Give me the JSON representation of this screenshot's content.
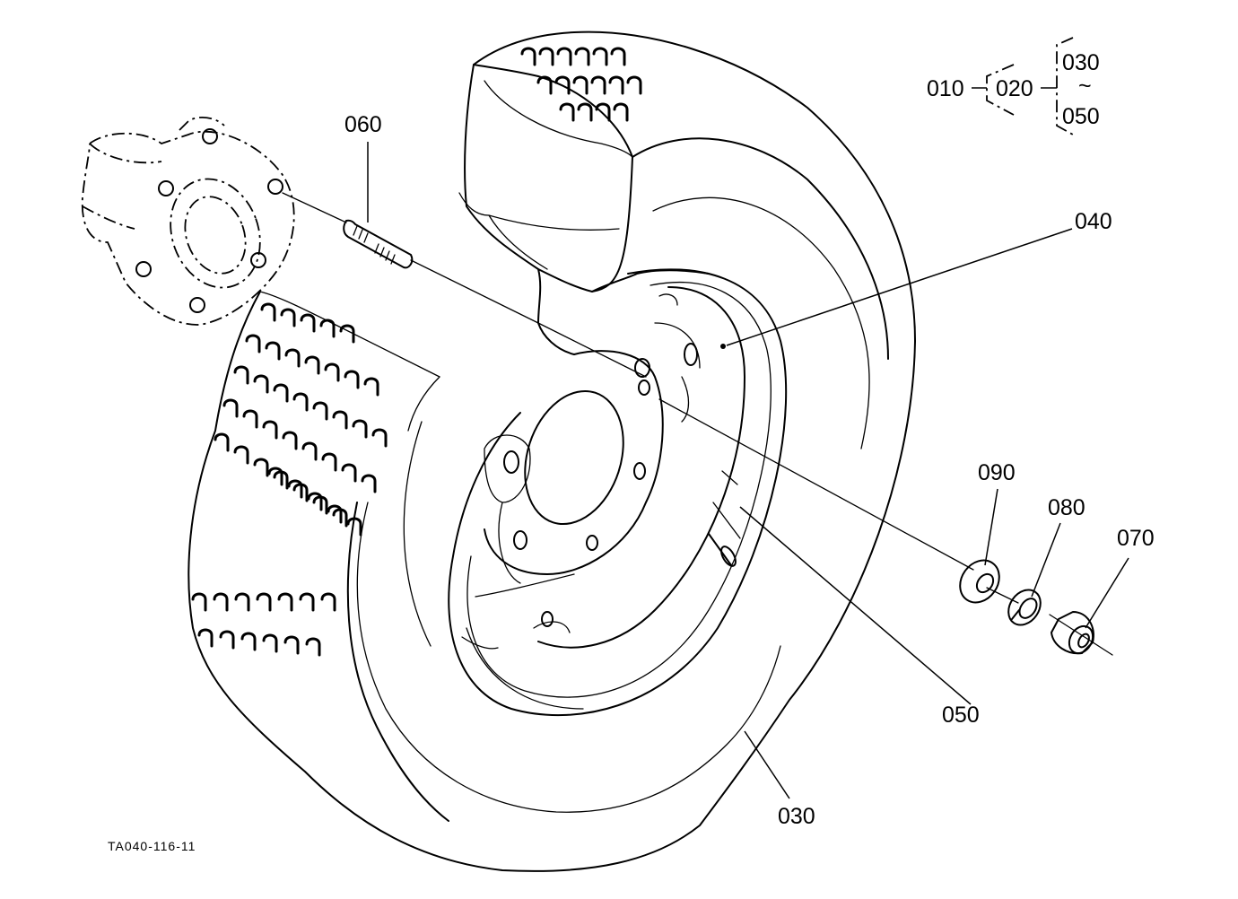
{
  "diagram": {
    "drawing_code": "TA040-116-11",
    "hierarchy": {
      "assembly": "010",
      "subassembly": "020",
      "range_from": "030",
      "range_symbol": "~",
      "range_to": "050"
    },
    "callouts": {
      "hub": "060",
      "rim": "040",
      "valve": "050",
      "tire": "030",
      "washer": "090",
      "lock_washer": "080",
      "nut": "070"
    }
  }
}
